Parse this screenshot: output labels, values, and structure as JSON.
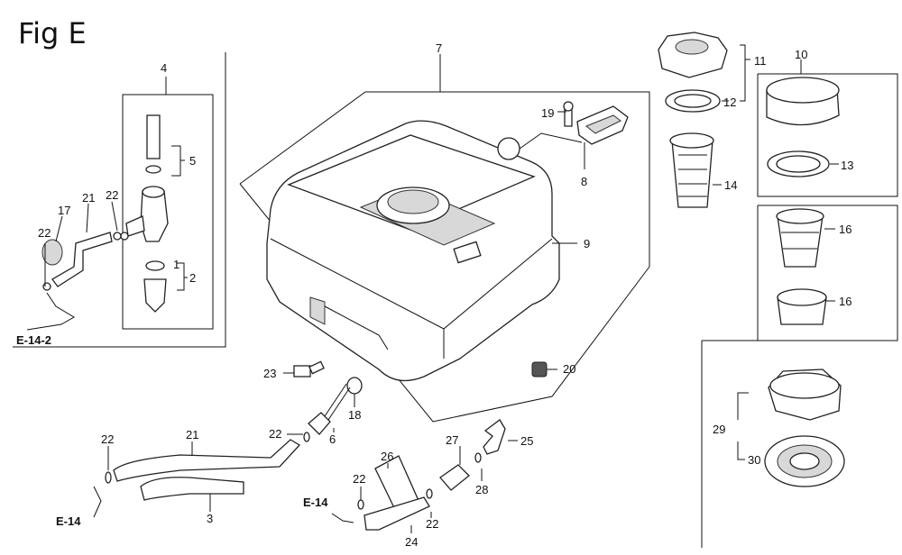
{
  "title": "Fig E",
  "refs": {
    "e14_2": "E-14-2",
    "e14_left": "E-14",
    "e14_mid": "E-14"
  },
  "callouts": {
    "n1": "1",
    "n2": "2",
    "n3": "3",
    "n4": "4",
    "n5": "5",
    "n6": "6",
    "n7": "7",
    "n8": "8",
    "n9": "9",
    "n10": "10",
    "n11": "11",
    "n12": "12",
    "n13": "13",
    "n14": "14",
    "n16a": "16",
    "n16b": "16",
    "n17": "17",
    "n18": "18",
    "n19": "19",
    "n20": "20",
    "n21a": "21",
    "n21b": "21",
    "n22a": "22",
    "n22b": "22",
    "n22c": "22",
    "n22d": "22",
    "n22e": "22",
    "n22f": "22",
    "n23": "23",
    "n24": "24",
    "n25": "25",
    "n26": "26",
    "n27": "27",
    "n28": "28",
    "n29": "29",
    "n30": "30"
  }
}
